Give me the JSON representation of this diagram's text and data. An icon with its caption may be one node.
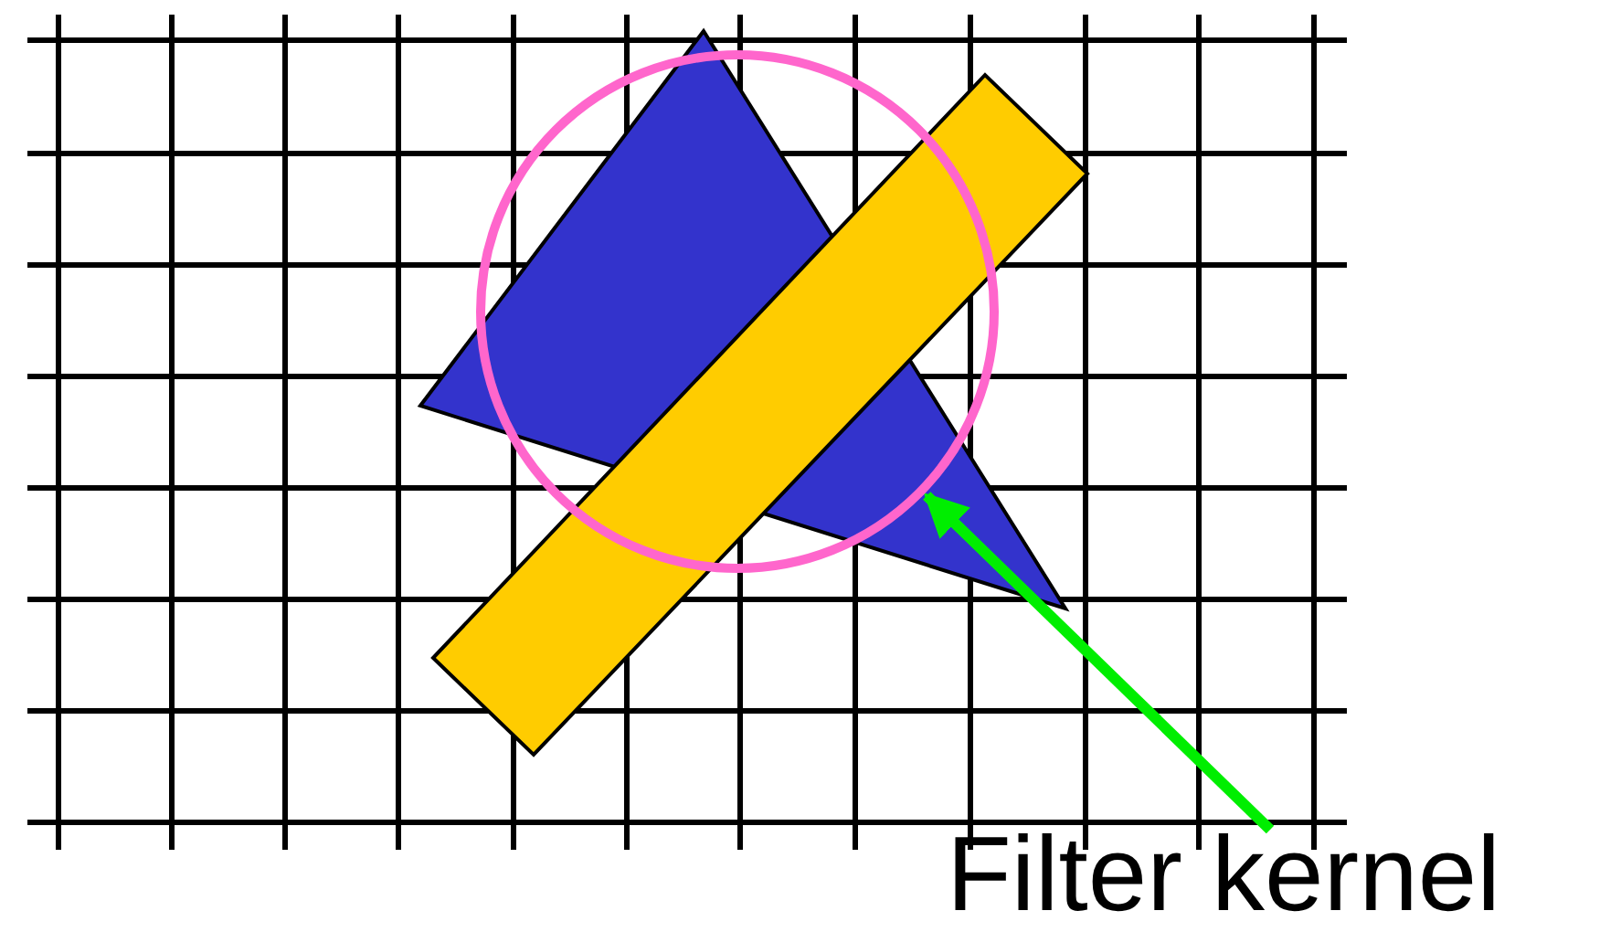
{
  "diagram": {
    "nodes": [
      {
        "text": [
          "Filter kernel"
        ]
      },
      {
        "text": [],
        "shape": "circle"
      }
    ],
    "edges": [
      {
        "from": 0,
        "to": 1,
        "arrow": "to"
      }
    ]
  }
}
